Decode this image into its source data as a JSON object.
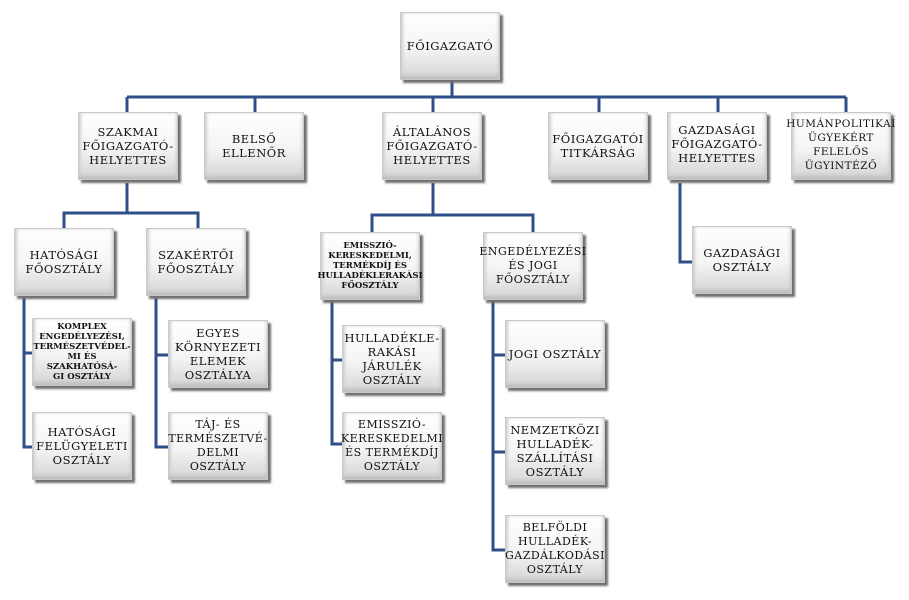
{
  "colors": {
    "connector": "#2f4f8a"
  },
  "root": "FŐIGAZGATÓ",
  "level2": [
    "SZAKMAI\nFŐIGAZGATÓ-\nHELYETTES",
    "BELSŐ ELLENŐR",
    "ÁLTALÁNOS\nFŐIGAZGATÓ-\nHELYETTES",
    "FŐIGAZGATÓI\nTITKÁRSÁG",
    "GAZDASÁGI\nFŐIGAZGATÓ-\nHELYETTES",
    "HUMÁNPOLITIKAI\nÜGYEKÉRT\nFELELŐS\nÜGYINTÉZŐ"
  ],
  "level3": [
    "HATÓSÁGI\nFŐOSZTÁLY",
    "SZAKÉRTŐI\nFŐOSZTÁLY",
    "EMISSZIÓ-\nKERESKEDELMI,\nTERMÉKDÍJ ÉS\nHULLADÉKLERAKÁSI\nFŐOSZTÁLY",
    "ENGEDÉLYEZÉSI\nÉS JOGI\nFŐOSZTÁLY",
    "GAZDASÁGI\nOSZTÁLY"
  ],
  "level4": [
    "KOMPLEX\nENGEDÉLYEZÉSI,\nTERMÉSZETVÉDEL-\nMI ÉS SZAKHATÓSÁ-\nGI OSZTÁLY",
    "HATÓSÁGI\nFELÜGYELETI\nOSZTÁLY",
    "EGYES\nKÖRNYEZETI\nELEMEK\nOSZTÁLYA",
    "TÁJ- ÉS\nTERMÉSZETVÉ-\nDELMI OSZTÁLY",
    "HULLADÉKLE-\nRAKÁSI\nJÁRULÉK\nOSZTÁLY",
    "EMISSZIÓ-\nKERESKEDELMI\nÉS TERMÉKDÍJ\nOSZTÁLY",
    "JOGI OSZTÁLY",
    "NEMZETKÖZI\nHULLADÉK-\nSZÁLLÍTÁSI\nOSZTÁLY",
    "BELFÖLDI\nHULLADÉK-\nGAZDÁLKODÁSI\nOSZTÁLY"
  ]
}
